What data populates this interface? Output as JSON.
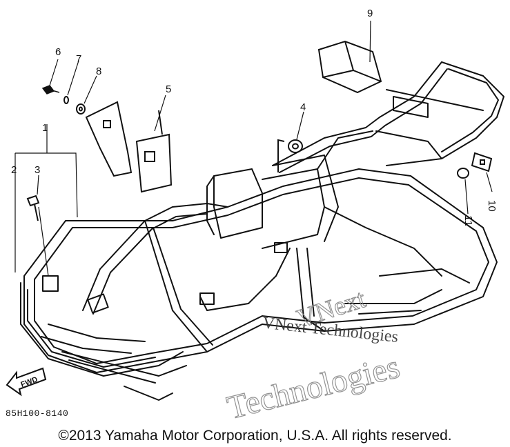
{
  "callouts": [
    "1",
    "2",
    "3",
    "4",
    "5",
    "6",
    "7",
    "8",
    "9",
    "10",
    "11"
  ],
  "fwd_label": "FWD",
  "part_code": "85H100-8140",
  "copyright": "©2013 Yamaha Motor Corporation, U.S.A. All rights reserved.",
  "watermark": {
    "line1": "VNext",
    "line2": "VNext Technologies",
    "line3": "Technologies"
  }
}
